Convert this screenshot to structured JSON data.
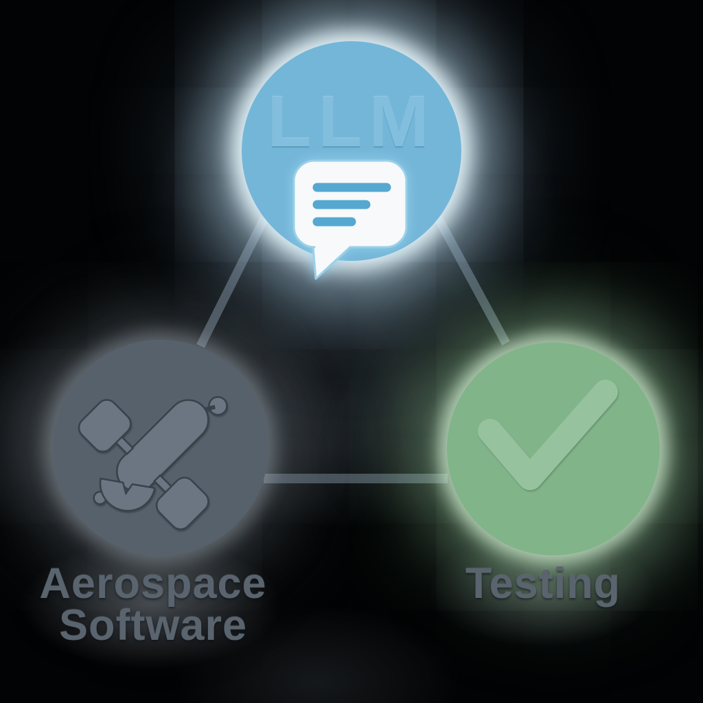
{
  "diagram": {
    "nodes": {
      "llm": {
        "label": "LLM",
        "color": "#74b6d8",
        "icon": "chat-bubble"
      },
      "aerospace": {
        "label": "Aerospace Software",
        "color": "#57616b",
        "icon": "satellite"
      },
      "testing": {
        "label": "Testing",
        "color": "#81b489",
        "icon": "checkmark"
      }
    },
    "edges": [
      {
        "from": "LLM",
        "to": "Aerospace Software"
      },
      {
        "from": "LLM",
        "to": "Testing"
      },
      {
        "from": "Aerospace Software",
        "to": "Testing"
      }
    ],
    "colors": {
      "background": "#020304",
      "connector": "#48515b",
      "llm_text": "#82bedd",
      "bubble_fill": "#f7f9fb",
      "bubble_outline": "#9bd0e8",
      "bubble_lines": "#55a8d0",
      "satellite_fill": "#6b7682",
      "satellite_outline": "#39424b",
      "check_stroke": "#97c29e",
      "label_text": "#5a646e"
    }
  }
}
